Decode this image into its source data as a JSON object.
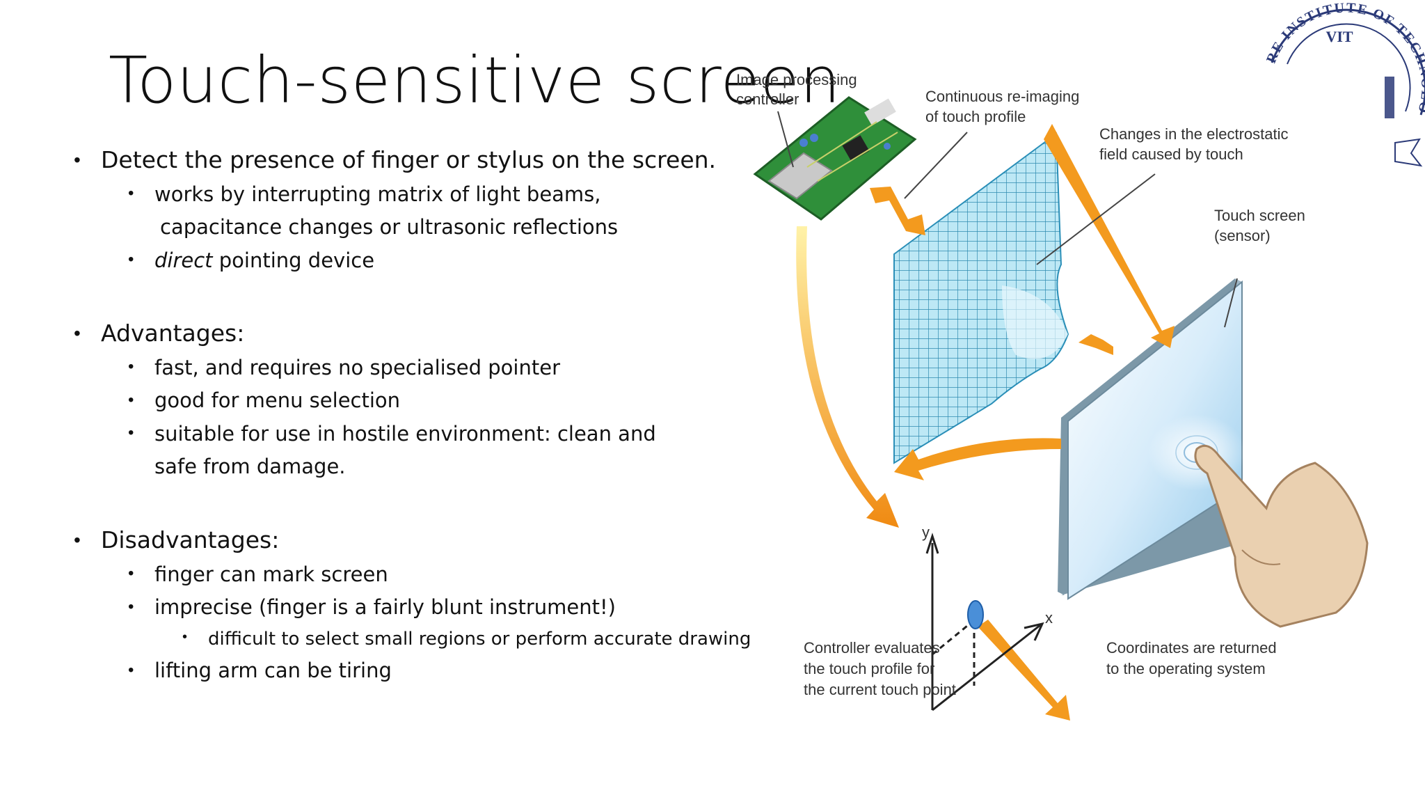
{
  "slide": {
    "title": "Touch-sensitive screen",
    "bullets": {
      "b1": "Detect the presence of finger or stylus on the screen.",
      "b1_1a": "works by interrupting matrix of light beams,",
      "b1_1b": "capacitance changes or ultrasonic reflections",
      "b1_2_em": "direct",
      "b1_2_rest": " pointing device",
      "b2": "Advantages:",
      "b2_1": "fast, and requires no specialised pointer",
      "b2_2": "good for menu selection",
      "b2_3a": "suitable for use in hostile environment: clean and",
      "b2_3b": "safe from damage.",
      "b3": "Disadvantages:",
      "b3_1": "finger can mark screen",
      "b3_2": "imprecise (finger is a fairly blunt instrument!)",
      "b3_2_1": "difficult to select small regions or perform accurate drawing",
      "b3_3": "lifting arm can be tiring"
    },
    "bullet_glyph": "•"
  },
  "diagram": {
    "labels": {
      "controller_a": "Image processing",
      "controller_b": "controller",
      "reimaging_a": "Continuous re-imaging",
      "reimaging_b": "of touch profile",
      "field_a": "Changes in the electrostatic",
      "field_b": "field caused by touch",
      "sensor_a": "Touch screen",
      "sensor_b": "(sensor)",
      "eval_a": "Controller evaluates",
      "eval_b": "the touch profile for",
      "eval_c": "the current touch point",
      "coords_a": "Coordinates are returned",
      "coords_b": "to the operating system",
      "axis_y": "y",
      "axis_x": "x"
    }
  },
  "logo": {
    "arc_text": "RE INSTITUTE OF TECHNOLOGY",
    "center_text": "VIT"
  },
  "colors": {
    "grid": "#3bb3d6",
    "arrow": "#f39a1e",
    "board": "#2f8f3a"
  }
}
